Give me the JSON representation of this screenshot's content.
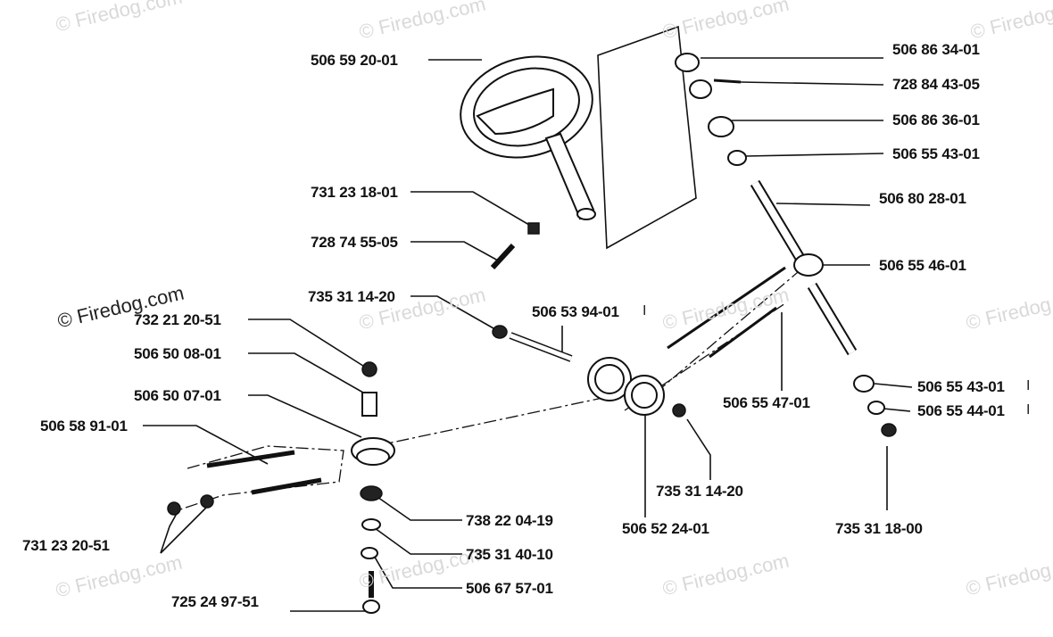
{
  "watermark_text": "© Firedog.com",
  "watermark_main": "© Firedog.com",
  "part_numbers": {
    "steering_wheel": "506 59 20-01",
    "nut_wheel": "731 23 18-01",
    "bolt_wheel": "728 74 55-05",
    "nut_small_left": "735 31 14-20",
    "shaft_pin": "506 53 94-01",
    "nut_top": "732 21 20-51",
    "bushing": "506 50 08-01",
    "spacer": "506 50 07-01",
    "drag_link": "506 58 91-01",
    "nut_pair": "731 23 20-51",
    "bearing": "738 22 04-19",
    "washer_split": "735 31 40-10",
    "washer": "506 67 57-01",
    "bolt_bottom": "725 24 97-51",
    "cap_top": "506 86 34-01",
    "screw_top": "728 84 43-05",
    "washer_top": "506 86 36-01",
    "bushing_top": "506 55 43-01",
    "steering_shaft": "506 80 28-01",
    "bracket": "506 55 46-01",
    "rod_end": "506 55 47-01",
    "bushing_lower": "506 55 43-01",
    "washer_lower": "506 55 44-01",
    "nut_right": "735 31 14-20",
    "gear": "506 52 24-01",
    "nut_lower": "735 31 18-00"
  },
  "tick_mark": "I"
}
